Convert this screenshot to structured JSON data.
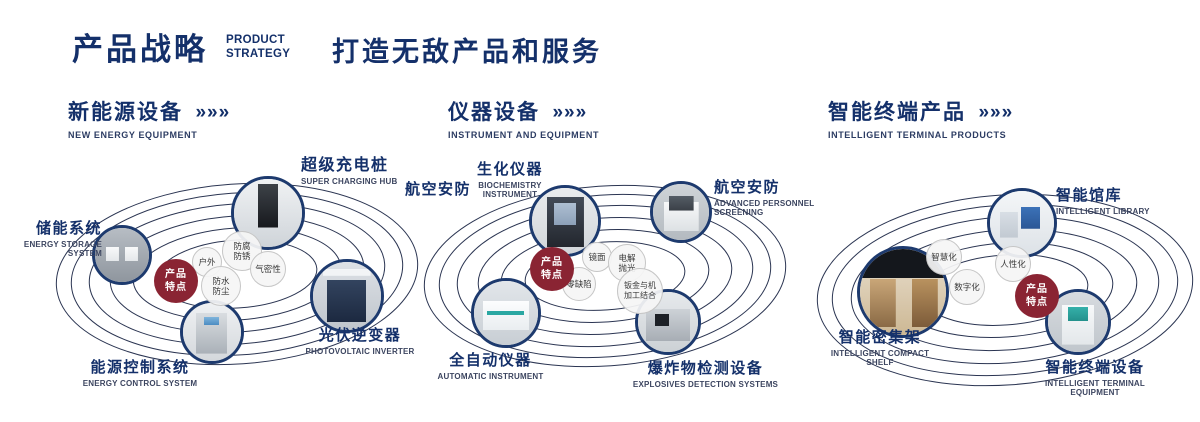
{
  "header": {
    "title": "产品战略",
    "subtitle_line1": "PRODUCT",
    "subtitle_line2": "STRATEGY",
    "tagline": "打造无敌产品和服务"
  },
  "arrows": "»»»",
  "colors": {
    "primary_navy": "#14306a",
    "badge_red": "#8a2433",
    "orbit_line": "#2b3552"
  },
  "sections": [
    {
      "title": "新能源设备",
      "title_en": "NEW ENERGY EQUIPMENT",
      "center_badge": [
        "产品",
        "特点"
      ],
      "products": [
        {
          "name": "超级充电桩",
          "name_en": "SUPER CHARGING HUB"
        },
        {
          "name": "储能系统",
          "name_en": "ENERGY STORAGE SYSTEM"
        },
        {
          "name": "光伏逆变器",
          "name_en": "PHOTOVOLTAIC INVERTER"
        },
        {
          "name": "能源控制系统",
          "name_en": "ENERGY CONTROL SYSTEM"
        }
      ],
      "features": [
        "户外",
        "防腐防锈",
        "气密性",
        "防水防尘"
      ]
    },
    {
      "title": "仪器设备",
      "title_en": "INSTRUMENT AND EQUIPMENT",
      "side_label": "航空安防",
      "center_badge": [
        "产品",
        "特点"
      ],
      "products": [
        {
          "name": "生化仪器",
          "name_en": "BIOCHEMISTRY INSTRUMENT"
        },
        {
          "name": "航空安防",
          "name_en": "ADVANCED PERSONNEL SCREENING"
        },
        {
          "name": "全自动仪器",
          "name_en": "AUTOMATIC INSTRUMENT"
        },
        {
          "name": "爆炸物检测设备",
          "name_en": "EXPLOSIVES DETECTION SYSTEMS"
        }
      ],
      "features": [
        "镜面",
        "电解抛光",
        "零缺陷",
        "钣金与机加工结合"
      ]
    },
    {
      "title": "智能终端产品",
      "title_en": "INTELLIGENT TERMINAL PRODUCTS",
      "center_badge": [
        "产品",
        "特点"
      ],
      "products": [
        {
          "name": "智能馆库",
          "name_en": "INTELLIGENT LIBRARY"
        },
        {
          "name": "智能密集架",
          "name_en": "INTELLIGENT COMPACT SHELF"
        },
        {
          "name": "智能终端设备",
          "name_en": "INTELLIGENT TERMINAL EQUIPMENT"
        }
      ],
      "features": [
        "智慧化",
        "人性化",
        "数字化"
      ]
    }
  ]
}
